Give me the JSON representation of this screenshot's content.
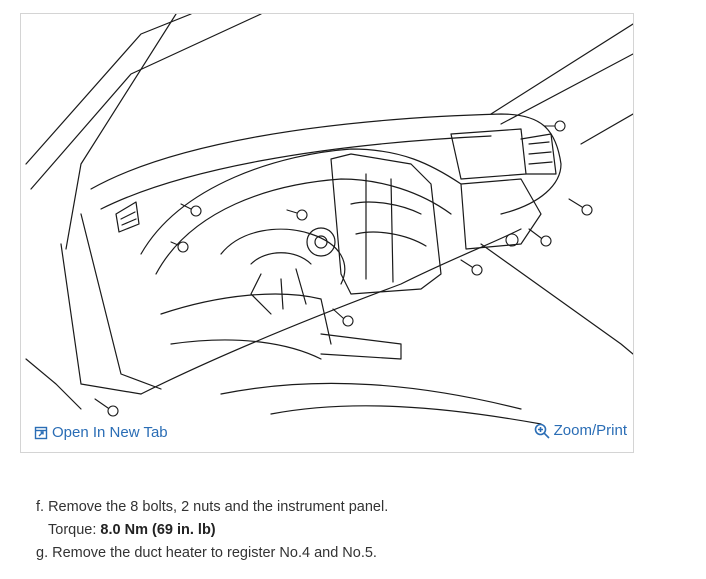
{
  "figure": {
    "open_tab_label": "Open In New Tab",
    "zoom_label": "Zoom/Print",
    "icons": {
      "open_tab": "external-tab-icon",
      "zoom": "magnifier-icon"
    },
    "link_color": "#2a6db5"
  },
  "instructions": {
    "step_f": "f. Remove the 8 bolts, 2 nuts and the instrument panel.",
    "torque_label": "Torque:",
    "torque_value": "8.0 Nm (69 in. lb)",
    "step_g": "g. Remove the duct heater to register No.4 and No.5."
  }
}
